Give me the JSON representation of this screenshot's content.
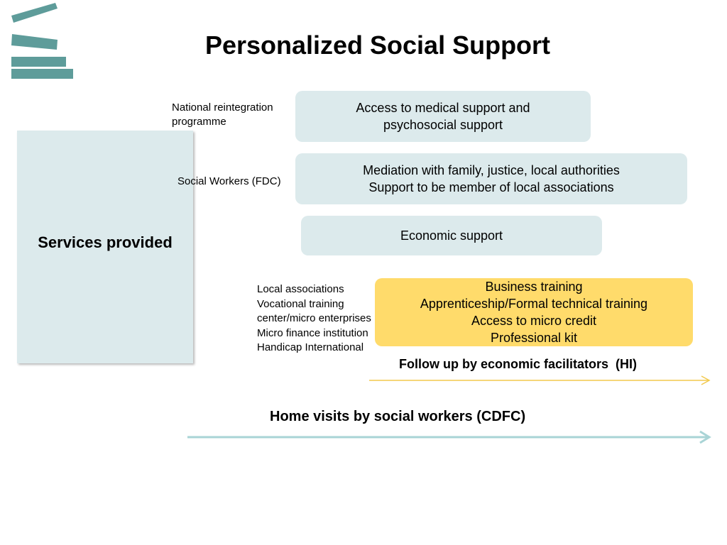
{
  "slide": {
    "title": "Personalized Social Support"
  },
  "services": {
    "label": "Services provided"
  },
  "providers": {
    "national": "National reintegration\nprogramme",
    "social_workers": "Social Workers (FDC)",
    "local_lines": [
      "Local associations",
      "Vocational training",
      "center/micro enterprises",
      "Micro finance institution",
      "Handicap International"
    ]
  },
  "boxes": [
    {
      "lines": [
        "Access to medical support and",
        "psychosocial support"
      ]
    },
    {
      "lines": [
        "Mediation with family, justice, local authorities",
        "Support to be member of local associations"
      ]
    },
    {
      "lines": [
        "Economic support"
      ]
    },
    {
      "lines": [
        "Business training",
        "Apprenticeship/Formal technical training",
        "Access to micro credit",
        "Professional kit"
      ]
    }
  ],
  "followup": {
    "label": "Follow up by economic facilitators  (HI)"
  },
  "home_visits": {
    "label": "Home visits by social workers (CDFC)"
  },
  "colors": {
    "box_blue": "#dceaec",
    "box_yellow": "#ffdb6b",
    "logo_teal": "#5e9c9a",
    "arrow_yellow": "#f2c94c",
    "arrow_teal": "#a9d4d6"
  }
}
